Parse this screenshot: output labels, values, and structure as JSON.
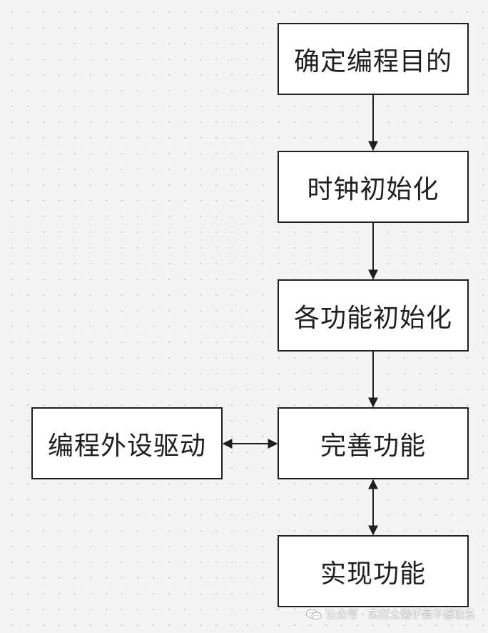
{
  "diagram": {
    "nodes": [
      {
        "id": "n1",
        "label": "确定编程目的"
      },
      {
        "id": "n2",
        "label": "时钟初始化"
      },
      {
        "id": "n3",
        "label": "各功能初始化"
      },
      {
        "id": "n4",
        "label": "完善功能"
      },
      {
        "id": "n5",
        "label": "实现功能"
      },
      {
        "id": "n6",
        "label": "编程外设驱动"
      }
    ],
    "edges": [
      {
        "from": "n1",
        "to": "n2",
        "direction": "forward"
      },
      {
        "from": "n2",
        "to": "n3",
        "direction": "forward"
      },
      {
        "from": "n3",
        "to": "n4",
        "direction": "forward"
      },
      {
        "from": "n4",
        "to": "n5",
        "direction": "both"
      },
      {
        "from": "n6",
        "to": "n4",
        "direction": "both"
      }
    ]
  },
  "watermark": {
    "text": "公众号 · 实在太懒于是不想取名",
    "icon": "wechat-icon"
  },
  "colors": {
    "background": "#f4f4f4",
    "grid_dot": "#c9c9c9",
    "stroke": "#1f1f1f",
    "node_fill": "#ffffff"
  }
}
